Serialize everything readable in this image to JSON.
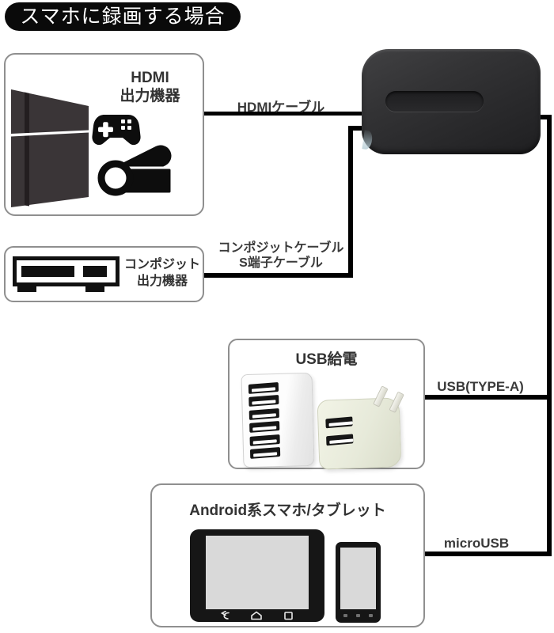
{
  "title": "スマホに録画する場合",
  "boxes": {
    "hdmi": {
      "label_line1": "HDMI",
      "label_line2": "出力機器"
    },
    "composite": {
      "label_line1": "コンポジット",
      "label_line2": "出力機器"
    },
    "usb": {
      "label": "USB給電"
    },
    "android": {
      "label": "Android系スマホ/タブレット"
    }
  },
  "cables": {
    "hdmi": "HDMIケーブル",
    "composite_line1": "コンポジットケーブル",
    "composite_line2": "S端子ケーブル",
    "usb": "USB(TYPE-A)",
    "micro": "microUSB"
  },
  "icons": [
    "game-console-icon",
    "gamepad-icon",
    "camcorder-icon",
    "video-player-icon",
    "usb-charger-6port-image",
    "usb-wall-adapter-image",
    "capture-device-image",
    "tablet-image",
    "smartphone-image"
  ],
  "colors": {
    "line": "#000000",
    "box_border": "#8f8f8f",
    "title_bg": "#0a0a0a",
    "title_text": "#ffffff",
    "label_text": "#3a3a3a",
    "device_body": "#2e2e30",
    "screen_gray": "#d9d9d9",
    "adapter_cream": "#e7eada"
  }
}
